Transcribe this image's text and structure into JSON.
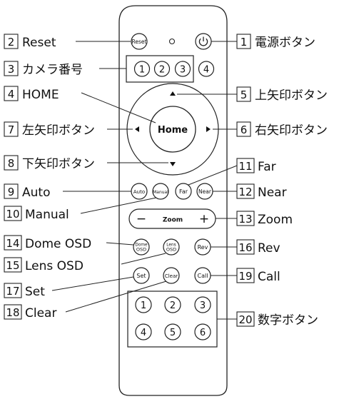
{
  "remote": {
    "buttons": {
      "reset": "Reset",
      "auto": "Auto",
      "manual": "Manual",
      "far": "Far",
      "near": "Near",
      "zoom": "Zoom",
      "zoom_minus": "−",
      "zoom_plus": "+",
      "home": "Home",
      "dome_osd": [
        "Dome",
        "OSD"
      ],
      "lens_osd": [
        "Lens",
        "OSD"
      ],
      "rev": "Rev",
      "set": "Set",
      "clear": "Clear",
      "call": "Call"
    },
    "camera_numbers": [
      "1",
      "2",
      "3",
      "4"
    ],
    "keypad": [
      "1",
      "2",
      "3",
      "4",
      "5",
      "6"
    ]
  },
  "callouts": [
    {
      "num": "2",
      "label": "Reset"
    },
    {
      "num": "1",
      "label": "電源ボタン"
    },
    {
      "num": "3",
      "label": "カメラ番号"
    },
    {
      "num": "4",
      "label": "HOME"
    },
    {
      "num": "5",
      "label": "上矢印ボタン"
    },
    {
      "num": "7",
      "label": "左矢印ボタン"
    },
    {
      "num": "6",
      "label": "右矢印ボタン"
    },
    {
      "num": "8",
      "label": "下矢印ボタン"
    },
    {
      "num": "11",
      "label": "Far"
    },
    {
      "num": "9",
      "label": "Auto"
    },
    {
      "num": "12",
      "label": "Near"
    },
    {
      "num": "10",
      "label": "Manual"
    },
    {
      "num": "13",
      "label": "Zoom"
    },
    {
      "num": "14",
      "label": "Dome OSD"
    },
    {
      "num": "16",
      "label": "Rev"
    },
    {
      "num": "15",
      "label": "Lens OSD"
    },
    {
      "num": "17",
      "label": "Set"
    },
    {
      "num": "19",
      "label": "Call"
    },
    {
      "num": "18",
      "label": "Clear"
    },
    {
      "num": "20",
      "label": "数字ボタン"
    }
  ]
}
